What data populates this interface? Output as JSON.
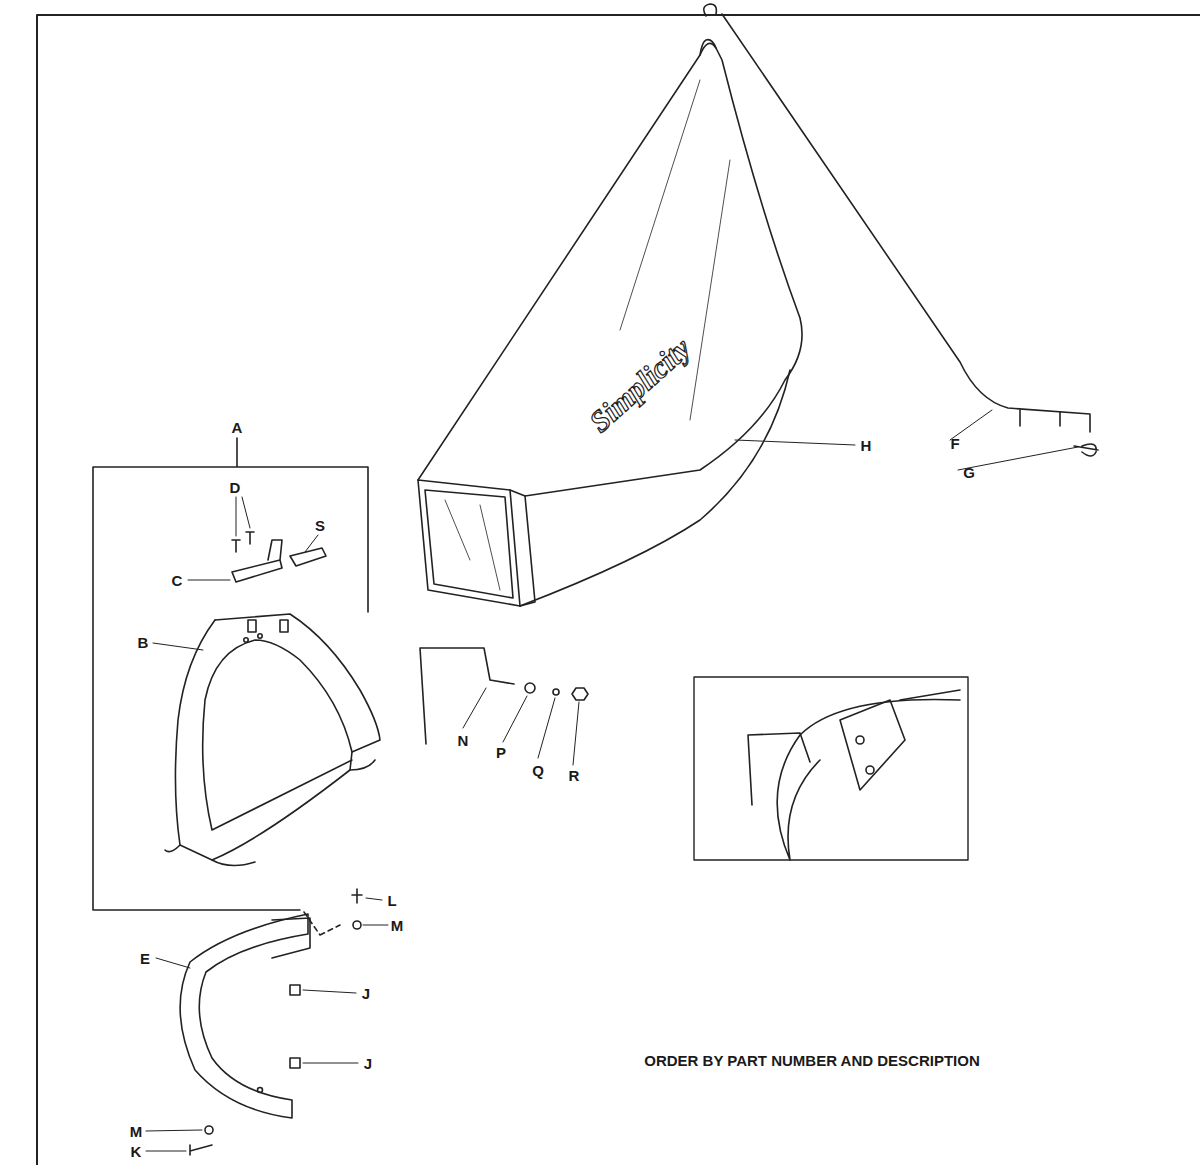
{
  "diagram": {
    "labels": [
      "A",
      "D",
      "S",
      "C",
      "B",
      "Simplicity",
      "H",
      "F",
      "G",
      "N",
      "P",
      "Q",
      "R",
      "L",
      "M",
      "E",
      "J",
      "J",
      "M",
      "K",
      "ORDER BY PART NUMBER AND DESCRIPTION"
    ]
  }
}
